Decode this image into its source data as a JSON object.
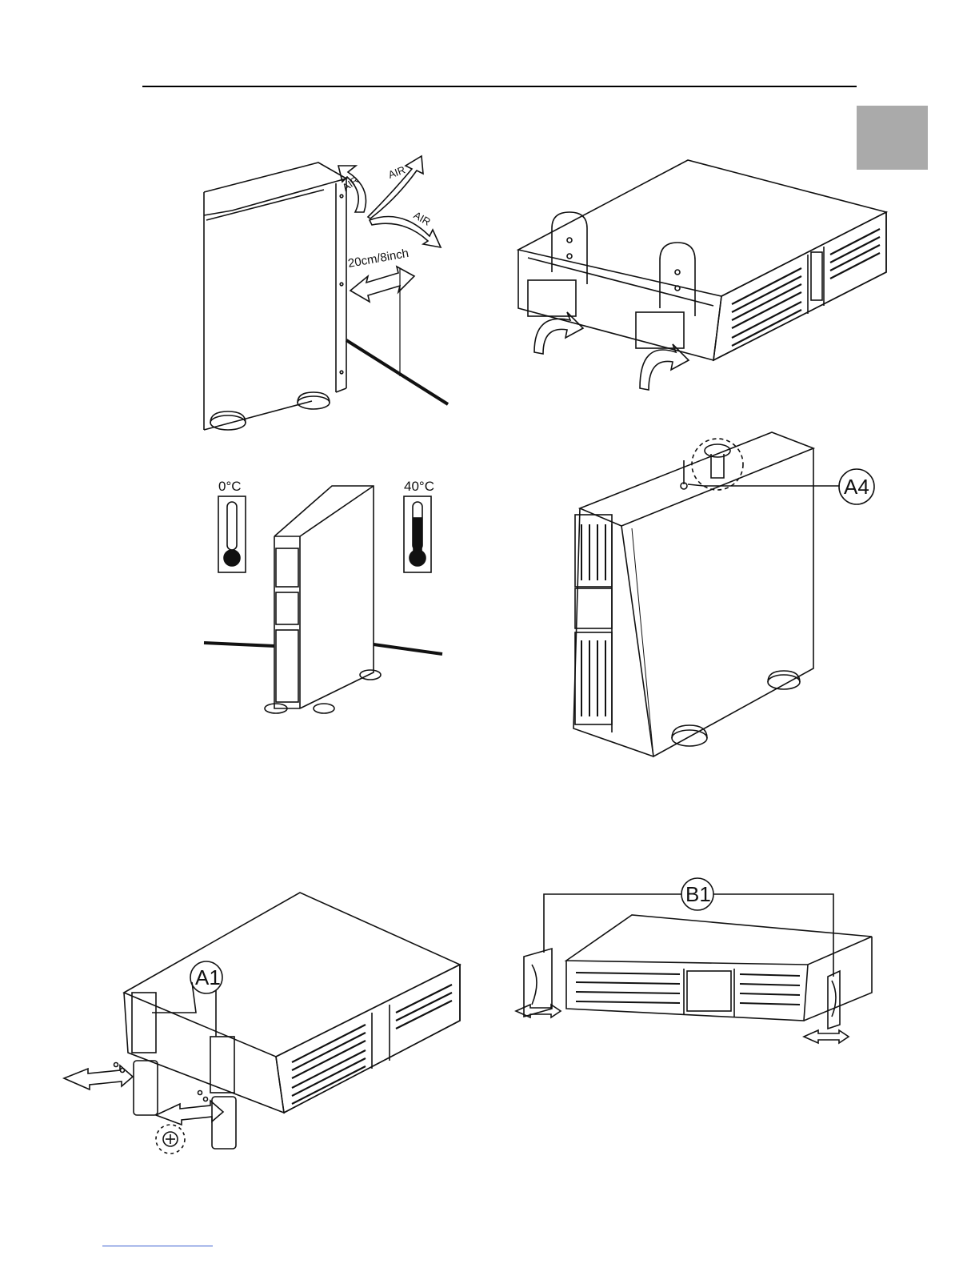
{
  "page": {
    "tab_color": "#aaaaaa",
    "header_rule_color": "#000000",
    "footer_rule_color": "#3a5fd0"
  },
  "fig1": {
    "clearance_label": "20cm/8inch",
    "air_labels": [
      "AIR",
      "AIR",
      "AIR"
    ]
  },
  "fig3": {
    "temp_min_label": "0°C",
    "temp_max_label": "40°C"
  },
  "callouts": {
    "a4": "A4",
    "a1": "A1",
    "b1": "B1"
  }
}
